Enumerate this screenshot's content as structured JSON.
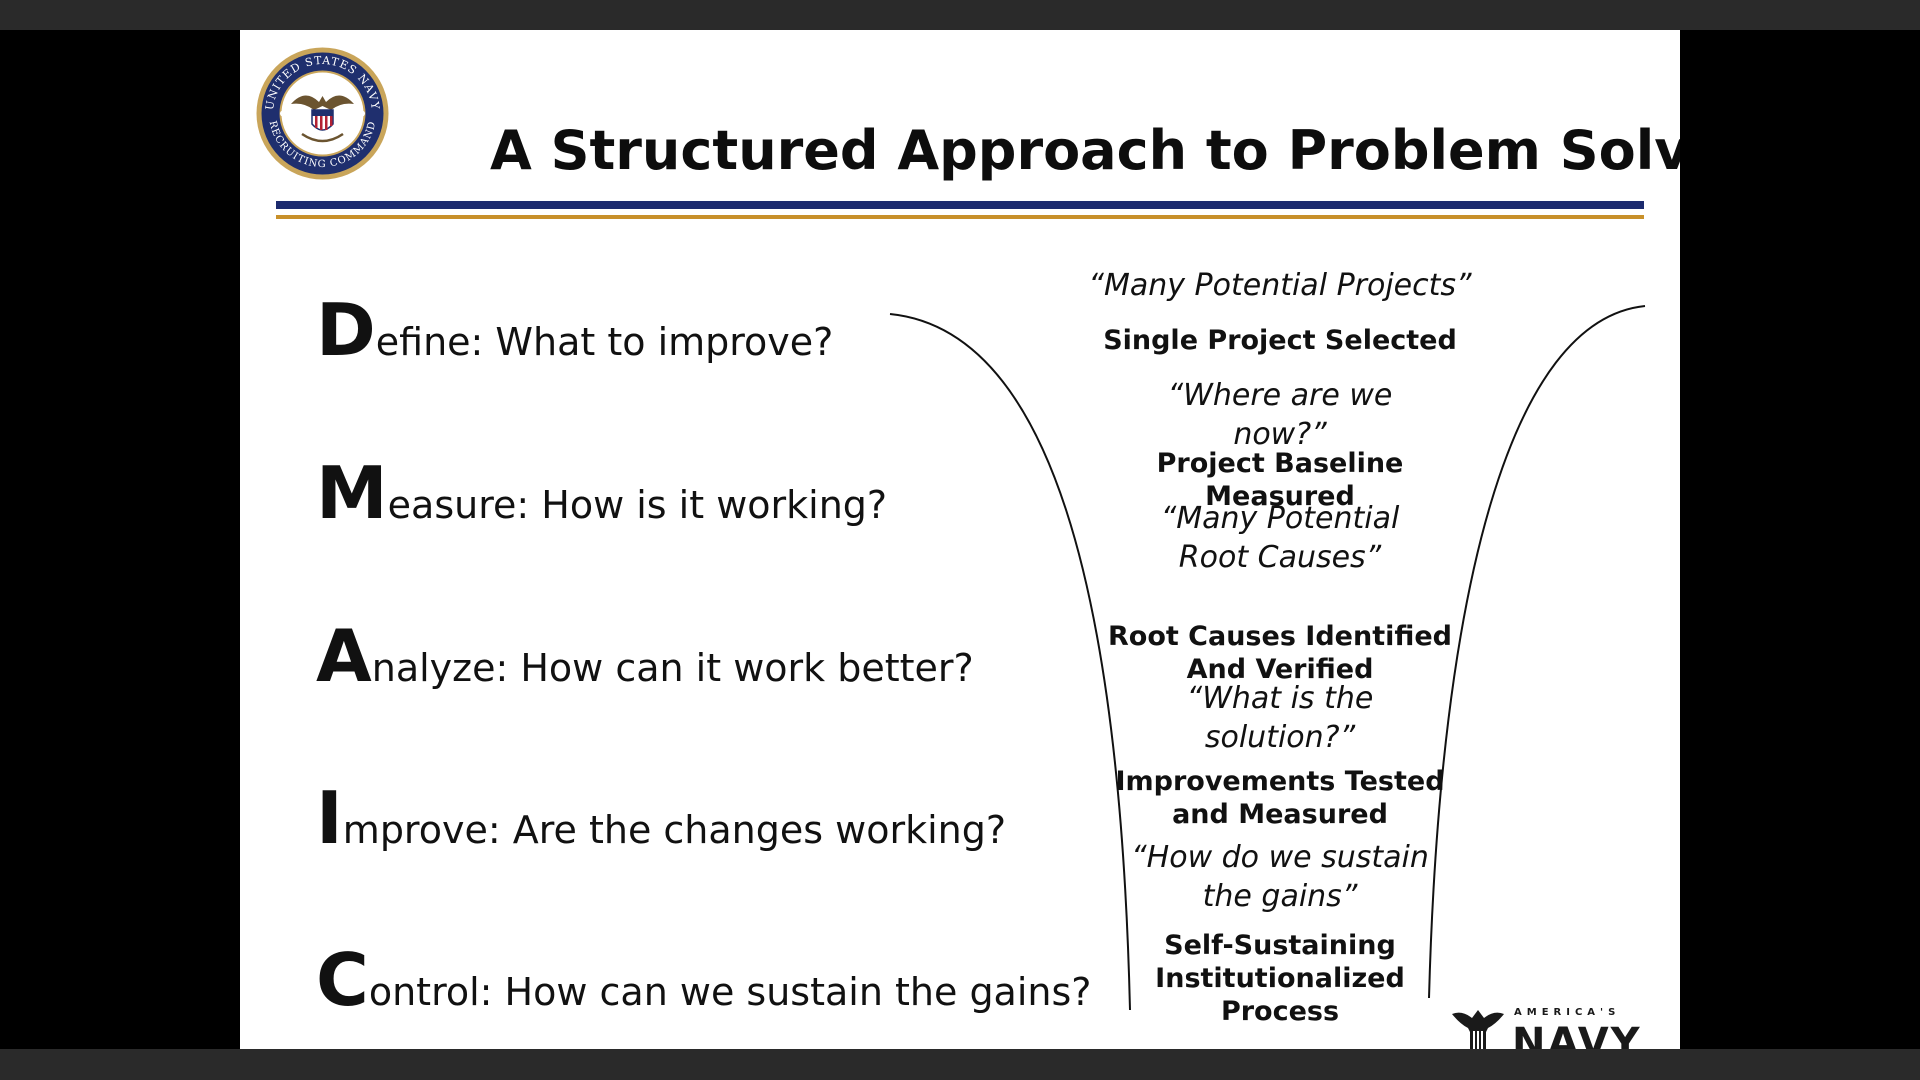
{
  "slide": {
    "title": "A Structured Approach to Problem Solving",
    "seal": {
      "top_text": "UNITED STATES NAVY",
      "bottom_text": "RECRUITING COMMAND"
    },
    "dmaic": [
      {
        "letter": "D",
        "rest": "efine: What to improve?"
      },
      {
        "letter": "M",
        "rest": "easure: How is it working?"
      },
      {
        "letter": "A",
        "rest": "nalyze: How can it work better?"
      },
      {
        "letter": "I",
        "rest": "mprove: Are the changes working?"
      },
      {
        "letter": "C",
        "rest": "ontrol: How can we sustain the gains?"
      }
    ],
    "funnel": [
      {
        "kind": "q",
        "line1": "“Many Potential Projects”",
        "line2": ""
      },
      {
        "kind": "b",
        "line1": "Single Project Selected",
        "line2": ""
      },
      {
        "kind": "q",
        "line1": "“Where are we",
        "line2": "now?”"
      },
      {
        "kind": "b",
        "line1": "Project Baseline Measured",
        "line2": ""
      },
      {
        "kind": "q",
        "line1": "“Many Potential",
        "line2": "Root Causes”"
      },
      {
        "kind": "b",
        "line1": "Root Causes Identified",
        "line2": "And Verified"
      },
      {
        "kind": "q",
        "line1": "“What is the",
        "line2": "solution?”"
      },
      {
        "kind": "b",
        "line1": "Improvements Tested",
        "line2": "and Measured"
      },
      {
        "kind": "q",
        "line1": "“How do we sustain",
        "line2": "the gains”"
      },
      {
        "kind": "b",
        "line1": "Self-Sustaining",
        "line2": "Institutionalized",
        "line3": "Process"
      }
    ],
    "navy_logo": {
      "small": "AMERICA'S",
      "big": "NAVY"
    }
  }
}
